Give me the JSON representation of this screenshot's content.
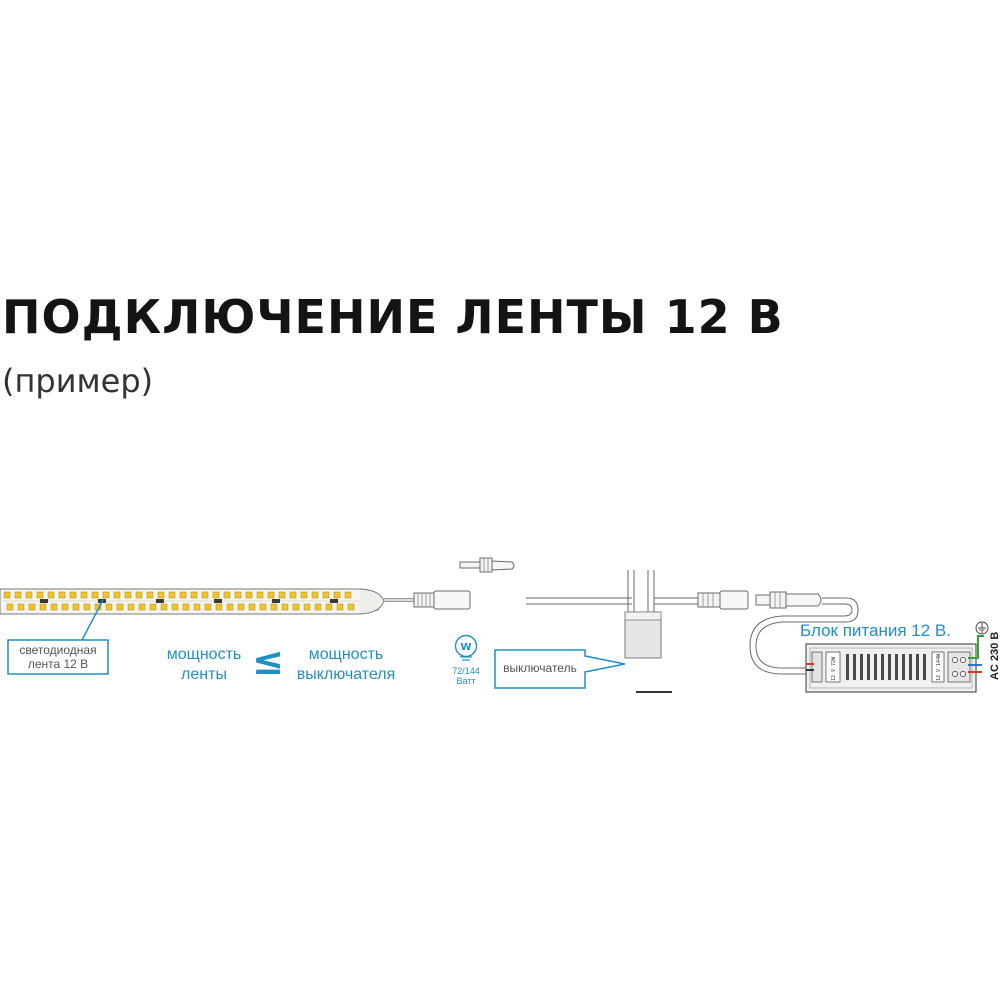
{
  "title": "ПОДКЛЮЧЕНИЕ ЛЕНТЫ 12 В",
  "subtitle": "(пример)",
  "labels": {
    "strip_line1": "светодиодная",
    "strip_line2": "лента 12 В",
    "strip_power_line1": "мощность",
    "strip_power_line2": "ленты",
    "comparison_sign": "≤",
    "switch_power_line1": "мощность",
    "switch_power_line2": "выключателя",
    "watt_icon_letter": "W",
    "watt_value": "72/144",
    "watt_unit": "Ватт",
    "switch_label": "выключатель",
    "psu_label": "Блок питания  12 В.",
    "mains_label": "AC 230 В",
    "psu_badge_1": "12 V 72W",
    "psu_badge_2": "12 V 144W"
  },
  "colors": {
    "accent_blue": "#1f8fc4",
    "led_yellow": "#f2c230",
    "wire_red": "#d23a2a",
    "wire_blue": "#2f6fd0",
    "wire_green": "#3aa03a",
    "outline_grey": "#6b6b6b"
  },
  "icons": {
    "watt": "lightbulb-icon",
    "ground": "ground-icon"
  }
}
